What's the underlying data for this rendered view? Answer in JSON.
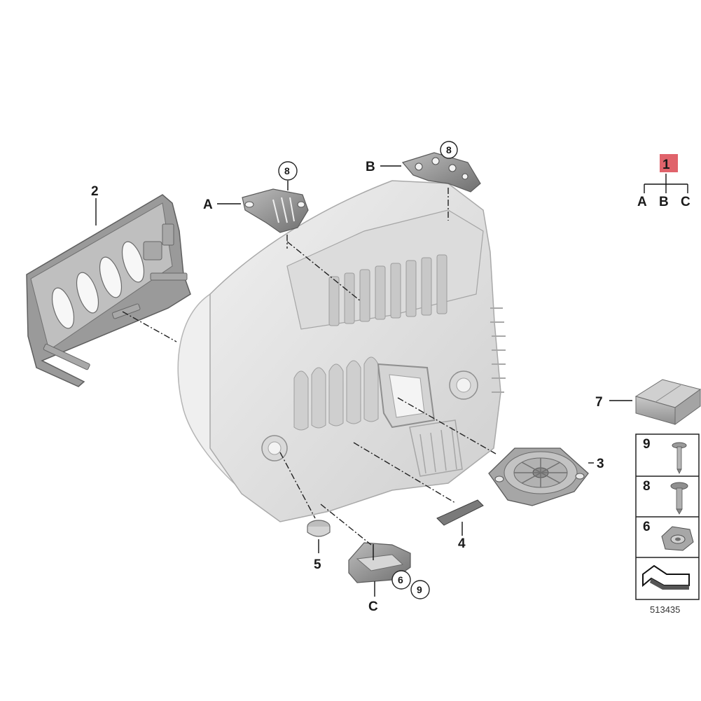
{
  "callouts": {
    "c1": "1",
    "c2": "2",
    "c3": "3",
    "c4": "4",
    "c5": "5",
    "c7": "7",
    "a": "A",
    "b": "B",
    "c": "C",
    "a_ring": "8",
    "b_ring": "8",
    "c_ring_6": "6",
    "c_ring_9": "9"
  },
  "legend_tree": {
    "a": "A",
    "b": "B",
    "c": "C"
  },
  "fastener_panel": {
    "item_9": "9",
    "item_8": "8",
    "item_6": "6"
  },
  "diagram_number": "513435",
  "colors": {
    "highlight": "#e0636b",
    "part_light": "#e6e6e6",
    "part_mid": "#b9b9b9",
    "part_dark": "#7d7d7d",
    "outline": "#8a8a8a"
  }
}
